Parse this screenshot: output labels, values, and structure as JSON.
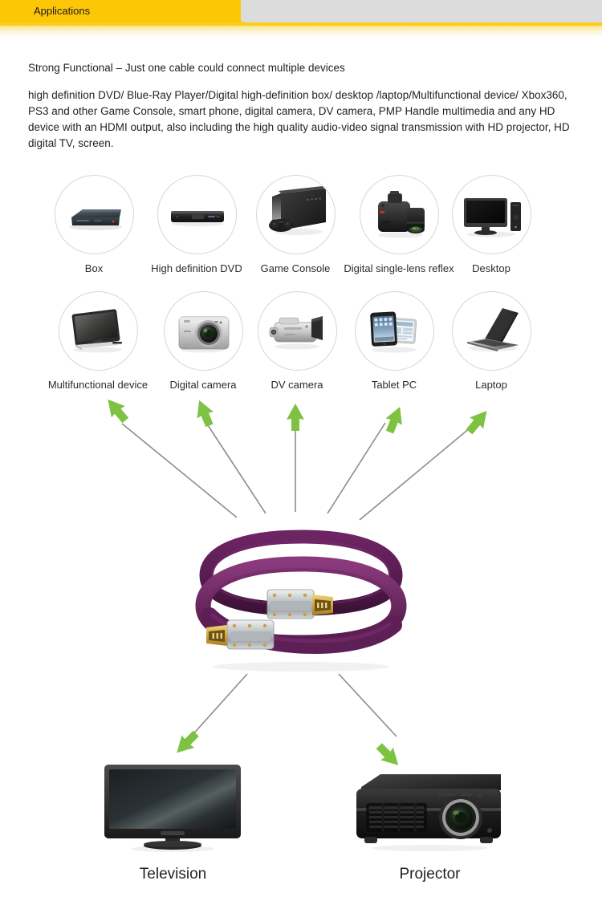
{
  "header": {
    "title": "Applications",
    "bar_color": "#fdc707",
    "gray_color": "#dcdcdc"
  },
  "intro": {
    "lead": "Strong Functional – Just one cable could connect multiple devices",
    "body": "high definition DVD/ Blue-Ray Player/Digital high-definition box/ desktop /laptop/Multifunctional device/ Xbox360, PS3 and other Game Console, smart phone, digital camera, DV camera, PMP Handle multimedia and any HD device with an HDMI output, also including the high quality audio-video signal transmission with HD projector, HD digital TV, screen."
  },
  "devices": {
    "row1": [
      {
        "label": "Box",
        "icon": "set-top-box-icon"
      },
      {
        "label": "High definition DVD",
        "icon": "dvd-player-icon"
      },
      {
        "label": "Game Console",
        "icon": "game-console-icon"
      },
      {
        "label": "Digital single-lens reflex",
        "icon": "dslr-camera-icon"
      },
      {
        "label": "Desktop",
        "icon": "desktop-computer-icon"
      }
    ],
    "row2": [
      {
        "label": "Multifunctional device",
        "icon": "all-in-one-pc-icon"
      },
      {
        "label": "Digital camera",
        "icon": "compact-camera-icon"
      },
      {
        "label": "DV camera",
        "icon": "camcorder-icon"
      },
      {
        "label": "Tablet PC",
        "icon": "tablet-icon"
      },
      {
        "label": "Laptop",
        "icon": "laptop-icon"
      }
    ]
  },
  "cable": {
    "name": "flat-hdmi-cable",
    "jacket_color": "#5c1f54",
    "connector_color": "#b8bcc0",
    "contact_color": "#d8a93a"
  },
  "arrows": {
    "color": "#7dc242",
    "line_color": "#8c8c8c",
    "up_count": 5,
    "down_count": 2
  },
  "outputs": [
    {
      "label": "Television",
      "icon": "television-icon"
    },
    {
      "label": "Projector",
      "icon": "projector-icon"
    }
  ]
}
